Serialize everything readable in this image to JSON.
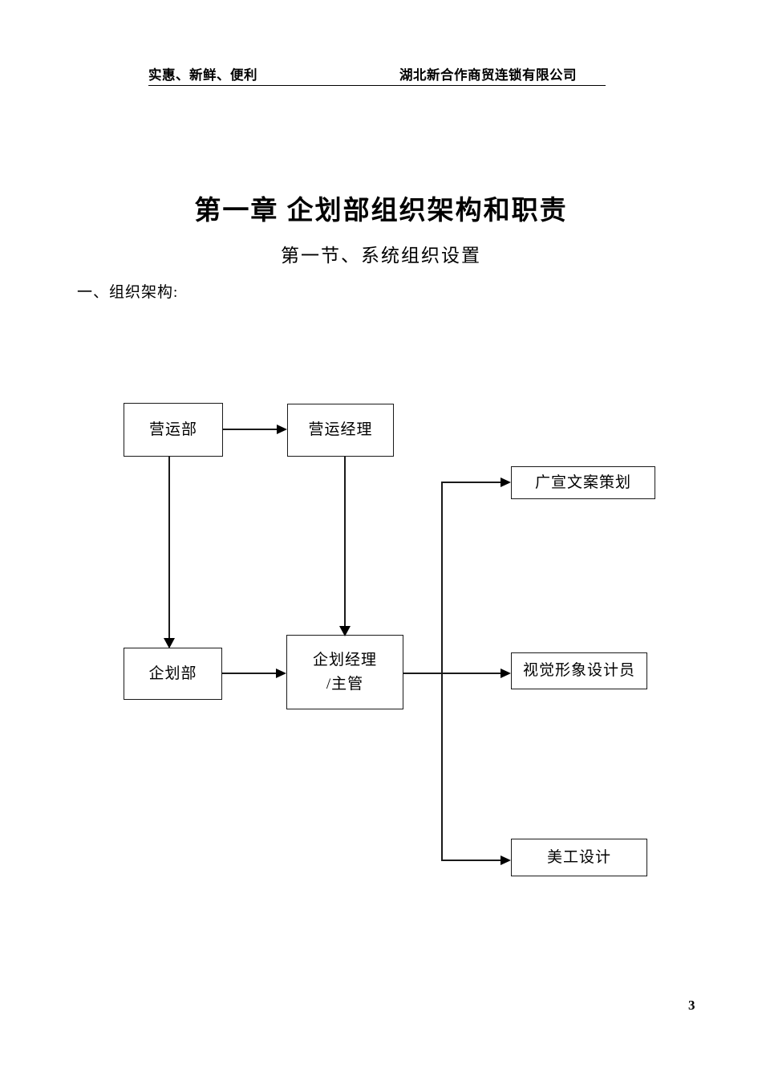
{
  "document": {
    "header": {
      "left_text": "实惠、新鲜、便利",
      "right_text": "湖北新合作商贸连锁有限公司"
    },
    "title": "第一章 企划部组织架构和职责",
    "subtitle": "第一节、系统组织设置",
    "section_heading": "一、组织架构:",
    "page_number": "3"
  },
  "org_chart": {
    "nodes": [
      {
        "id": "ops-dept",
        "label": "营运部"
      },
      {
        "id": "ops-mgr",
        "label": "营运经理"
      },
      {
        "id": "plan-dept",
        "label": "企划部"
      },
      {
        "id": "plan-mgr",
        "label_line1": "企划经理",
        "label_line2": "/主管"
      },
      {
        "id": "copywriter",
        "label": "广宣文案策划"
      },
      {
        "id": "visual",
        "label": "视觉形象设计员"
      },
      {
        "id": "graphic",
        "label": "美工设计"
      }
    ]
  }
}
